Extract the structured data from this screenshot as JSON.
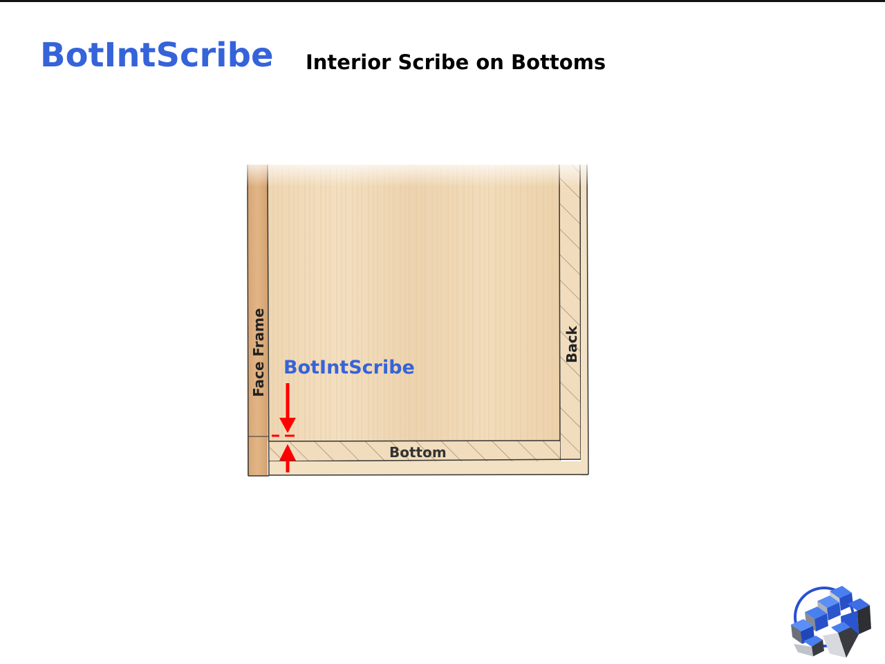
{
  "header": {
    "title": "BotIntScribe",
    "subtitle": "Interior Scribe on Bottoms"
  },
  "diagram": {
    "labels": {
      "face_frame": "Face Frame",
      "back": "Back",
      "bottom": "Bottom",
      "callout": "BotIntScribe"
    }
  },
  "colors": {
    "title": "#3563d9",
    "callout": "#3563d9",
    "arrow": "#ff0000",
    "wood_light": "#f0d9b6",
    "face_frame": "#dcae7e"
  },
  "icons": {
    "logo": "blue-cubes-logo"
  }
}
